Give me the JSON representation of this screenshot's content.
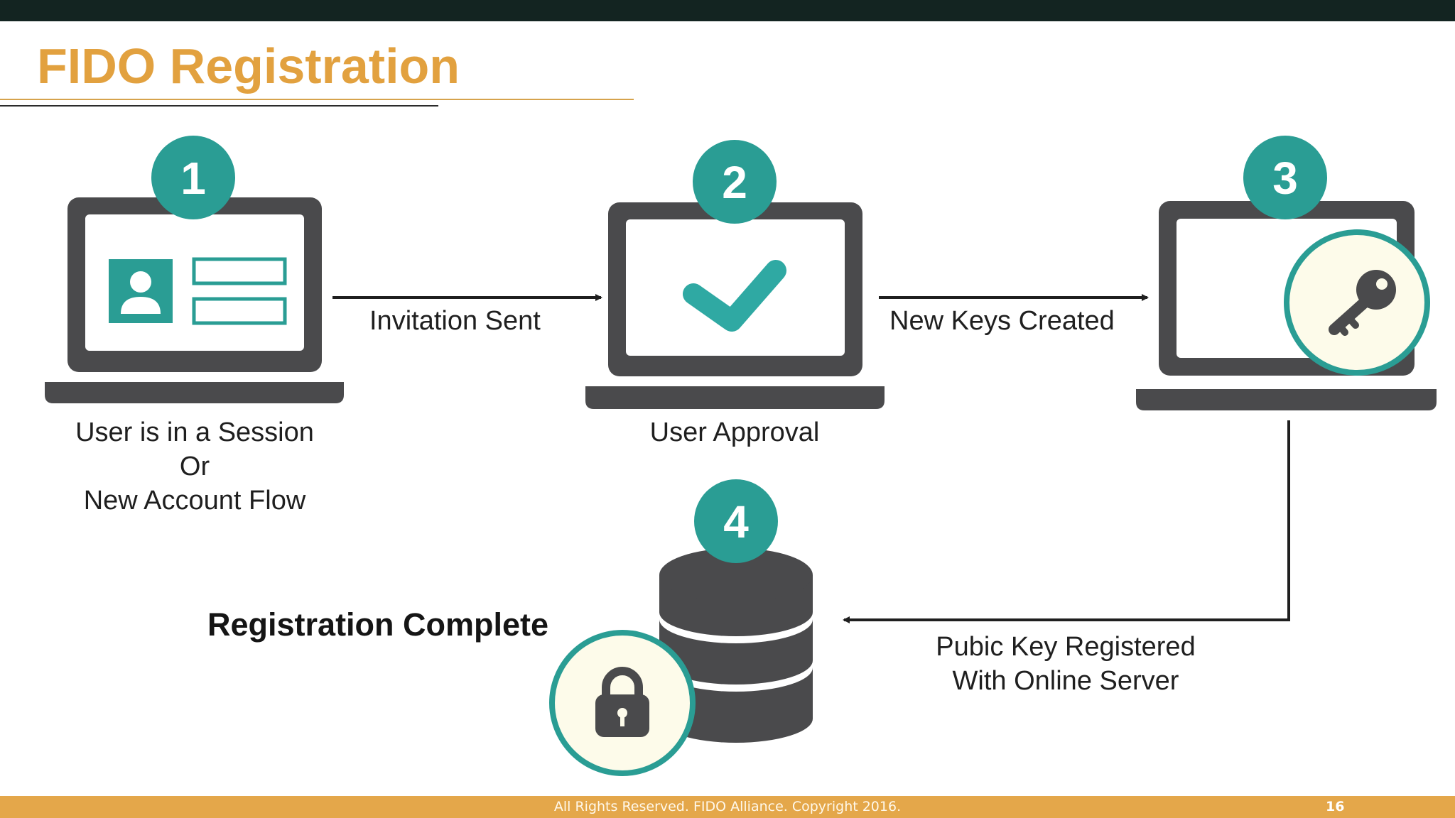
{
  "slide": {
    "title": "FIDO Registration",
    "footer_text": "All Rights Reserved. FIDO Alliance. Copyright 2016.",
    "page_number": "16"
  },
  "steps": [
    {
      "number": "1",
      "caption_lines": [
        "User is in a Session",
        "Or",
        "New Account Flow"
      ]
    },
    {
      "number": "2",
      "caption": "User Approval"
    },
    {
      "number": "3"
    },
    {
      "number": "4",
      "caption": "Registration Complete"
    }
  ],
  "arrows": {
    "invitation": "Invitation Sent",
    "new_keys": "New Keys Created",
    "registered_lines": [
      "Pubic Key Registered",
      "With Online Server"
    ]
  },
  "icons": [
    "id-card-icon",
    "checkmark-icon",
    "key-icon",
    "database-icon",
    "padlock-icon"
  ],
  "colors": {
    "accent_gold": "#e2a13f",
    "teal": "#2a9d94",
    "dark_gray": "#4a4a4c",
    "footer_bar": "#e4a74a",
    "badge_fill": "#fdfbea"
  }
}
